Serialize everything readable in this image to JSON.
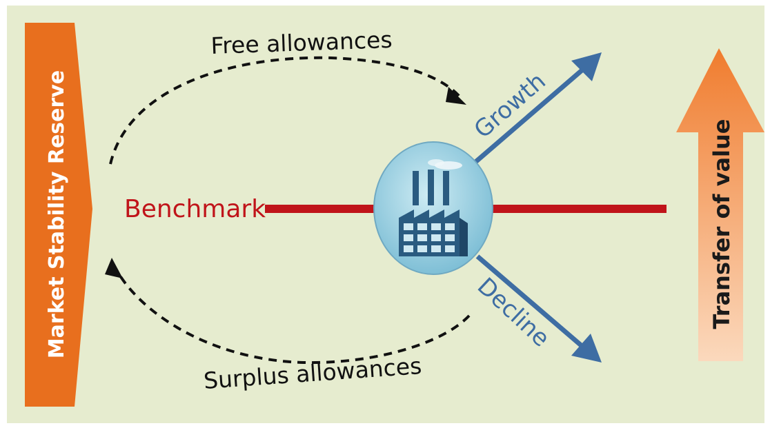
{
  "diagram": {
    "left_bar": {
      "label": "Market Stability Reserve",
      "color": "#E86F1E",
      "text_color": "#FFFFFF"
    },
    "right_arrow": {
      "label": "Transfer of value",
      "color_top": "#F07C2E",
      "color_bottom": "#FBD9BD",
      "text_color": "#1A1A1A"
    },
    "benchmark": {
      "label": "Benchmark",
      "color": "#C0141A"
    },
    "free_allowances": {
      "label": "Free allowances"
    },
    "surplus_allowances": {
      "label": "Surplus allowances"
    },
    "growth": {
      "label": "Growth",
      "color": "#3E6DA3"
    },
    "decline": {
      "label": "Decline",
      "color": "#3E6DA3"
    },
    "factory": {
      "icon": "factory-icon",
      "circle_color": "#9FD3E3",
      "building_color": "#2A5B80"
    },
    "background_color": "#E6ECCF",
    "border_color": "#FFFFFF"
  }
}
